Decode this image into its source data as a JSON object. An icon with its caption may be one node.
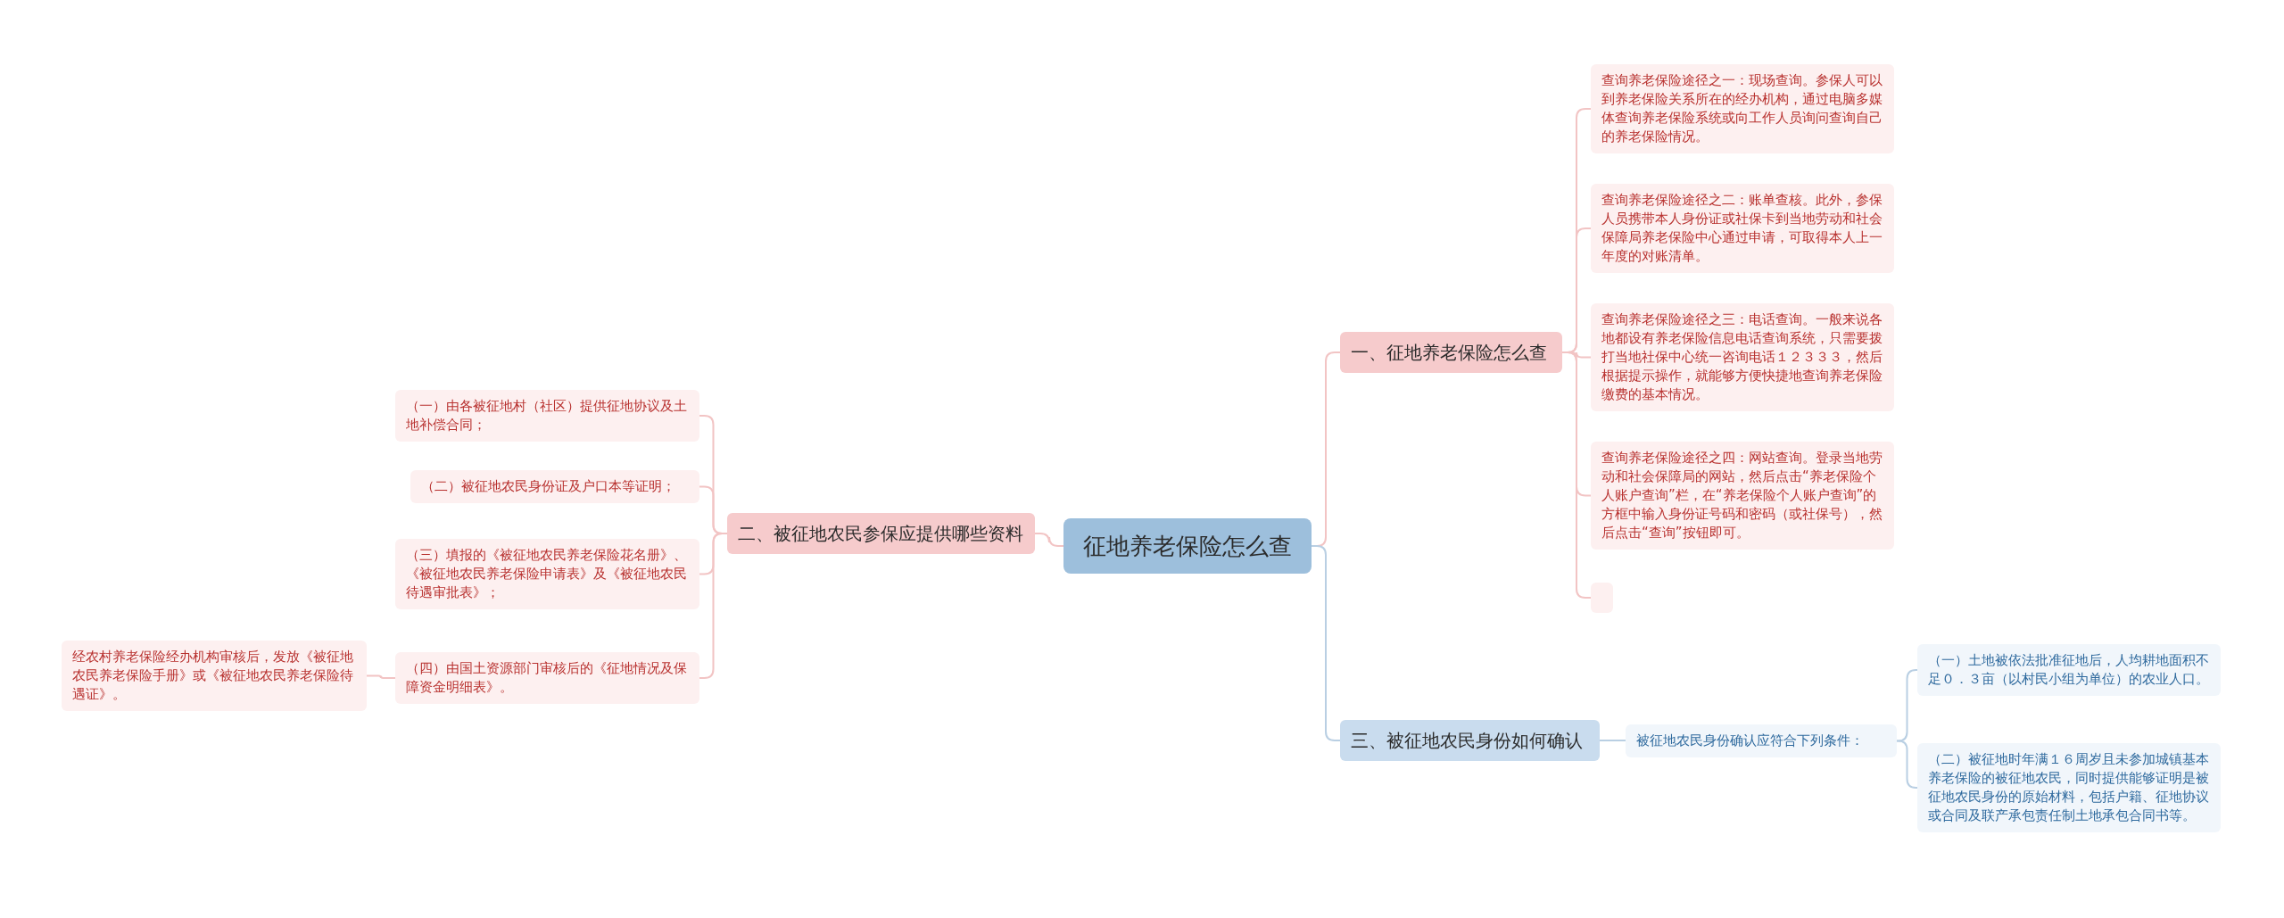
{
  "diagram": {
    "nodes": [
      {
        "text": [
          "征地养老保险怎么查"
        ]
      },
      {
        "text": [
          "一、征地养老保险怎么查"
        ]
      },
      {
        "text": [
          "查询养老保险途径之一：现场查询。参保人可以到养老保险关系所在的经办机构，通过电脑多媒体查询养老保险系统或向工作人员询问查询自己的养老保险情况。"
        ]
      },
      {
        "text": [
          "查询养老保险途径之二：账单查核。此外，参保人员携带本人身份证或社保卡到当地劳动和社会保障局养老保险中心通过申请，可取得本人上一年度的对账清单。"
        ]
      },
      {
        "text": [
          "查询养老保险途径之三：电话查询。一般来说各地都设有养老保险信息电话查询系统，只需要拨打当地社保中心统一咨询电话１２３３３，然后根据提示操作，就能够方便快捷地查询养老保险缴费的基本情况。"
        ]
      },
      {
        "text": [
          "查询养老保险途径之四：网站查询。登录当地劳动和社会保障局的网站，然后点击“养老保险个人账户查询”栏，在“养老保险个人账户查询”的方框中输入身份证号码和密码（或社保号），然后点击“查询”按钮即可。"
        ]
      },
      {
        "text": [],
        "shape": "box"
      },
      {
        "text": [
          "二、被征地农民参保应提供哪些资料"
        ]
      },
      {
        "text": [
          "（一）由各被征地村（社区）提供征地协议及土地补偿合同；"
        ]
      },
      {
        "text": [
          "（二）被征地农民身份证及户口本等证明；"
        ]
      },
      {
        "text": [
          "（三）填报的《被征地农民养老保险花名册》、《被征地农民养老保险申请表》及《被征地农民待遇审批表》；"
        ]
      },
      {
        "text": [
          "（四）由国土资源部门审核后的《征地情况及保障资金明细表》。"
        ]
      },
      {
        "text": [
          "经农村养老保险经办机构审核后，发放《被征地农民养老保险手册》或《被征地农民养老保险待遇证》。"
        ]
      },
      {
        "text": [
          "三、被征地农民身份如何确认"
        ]
      },
      {
        "text": [
          "被征地农民身份确认应符合下列条件："
        ]
      },
      {
        "text": [
          "（一）土地被依法批准征地后，人均耕地面积不足０．３亩（以村民小组为单位）的农业人口。"
        ]
      },
      {
        "text": [
          "（二）被征地时年满１６周岁且未参加城镇基本养老保险的被征地农民，同时提供能够证明是被征地农民身份的原始材料，包括户籍、征地协议或合同及联产承包责任制土地承包合同书等。"
        ]
      }
    ],
    "edges": [
      {
        "from": 0,
        "to": 1,
        "arrow": "none"
      },
      {
        "from": 1,
        "to": 2,
        "arrow": "none"
      },
      {
        "from": 1,
        "to": 3,
        "arrow": "none"
      },
      {
        "from": 1,
        "to": 4,
        "arrow": "none"
      },
      {
        "from": 1,
        "to": 5,
        "arrow": "none"
      },
      {
        "from": 1,
        "to": 6,
        "arrow": "none"
      },
      {
        "from": 0,
        "to": 7,
        "arrow": "none"
      },
      {
        "from": 7,
        "to": 8,
        "arrow": "none"
      },
      {
        "from": 7,
        "to": 9,
        "arrow": "none"
      },
      {
        "from": 7,
        "to": 10,
        "arrow": "none"
      },
      {
        "from": 7,
        "to": 11,
        "arrow": "none"
      },
      {
        "from": 11,
        "to": 12,
        "arrow": "none"
      },
      {
        "from": 0,
        "to": 13,
        "arrow": "none",
        "color": "#b9cfe3"
      },
      {
        "from": 13,
        "to": 14,
        "arrow": "none",
        "color": "#b9cfe3"
      },
      {
        "from": 14,
        "to": 15,
        "arrow": "none",
        "color": "#b9cfe3"
      },
      {
        "from": 14,
        "to": 16,
        "arrow": "none",
        "color": "#b9cfe3"
      }
    ]
  }
}
